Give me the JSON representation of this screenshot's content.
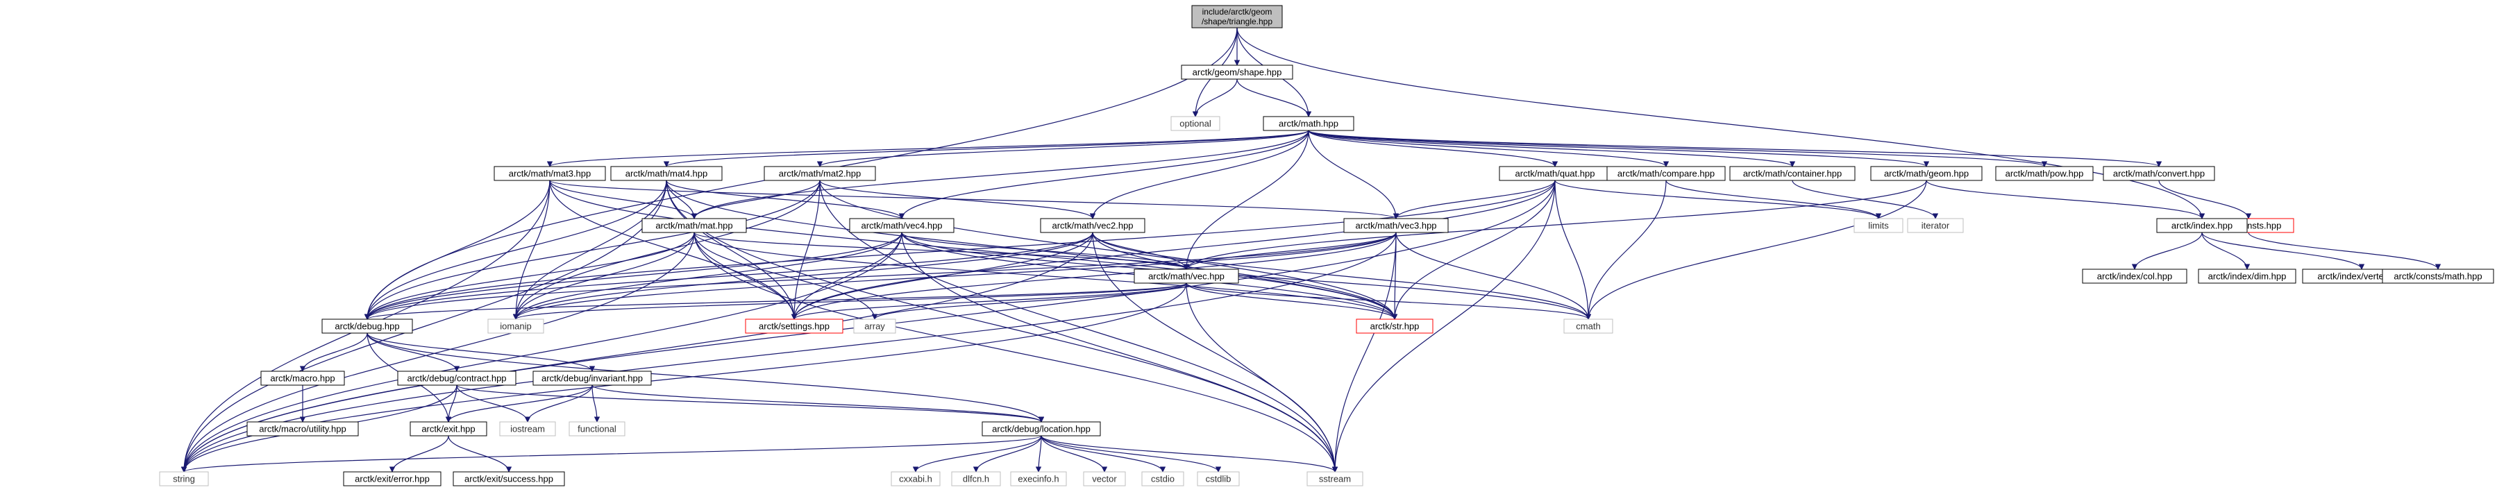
{
  "colors": {
    "edge": "#191970",
    "normal_border": "#000000",
    "normal_fill": "#ffffff",
    "root_fill": "#bfbfbf",
    "incomplete_border": "#ff0000",
    "external_border": "#bfbfbf",
    "external_text": "#333333"
  },
  "nodes": [
    {
      "id": "root",
      "label": "include/arctk/geom\n/shape/triangle.hpp",
      "kind": "root"
    },
    {
      "id": "shape",
      "label": "arctk/geom/shape.hpp",
      "kind": "normal"
    },
    {
      "id": "optional",
      "label": "optional",
      "kind": "external"
    },
    {
      "id": "math",
      "label": "arctk/math.hpp",
      "kind": "normal"
    },
    {
      "id": "mat3",
      "label": "arctk/math/mat3.hpp",
      "kind": "normal"
    },
    {
      "id": "mat4",
      "label": "arctk/math/mat4.hpp",
      "kind": "normal"
    },
    {
      "id": "mat2",
      "label": "arctk/math/mat2.hpp",
      "kind": "normal"
    },
    {
      "id": "quat",
      "label": "arctk/math/quat.hpp",
      "kind": "normal"
    },
    {
      "id": "compare",
      "label": "arctk/math/compare.hpp",
      "kind": "normal"
    },
    {
      "id": "container",
      "label": "arctk/math/container.hpp",
      "kind": "normal"
    },
    {
      "id": "geom",
      "label": "arctk/math/geom.hpp",
      "kind": "normal"
    },
    {
      "id": "pow",
      "label": "arctk/math/pow.hpp",
      "kind": "normal"
    },
    {
      "id": "convert",
      "label": "arctk/math/convert.hpp",
      "kind": "normal"
    },
    {
      "id": "mat",
      "label": "arctk/math/mat.hpp",
      "kind": "normal"
    },
    {
      "id": "vec4",
      "label": "arctk/math/vec4.hpp",
      "kind": "normal"
    },
    {
      "id": "vec2",
      "label": "arctk/math/vec2.hpp",
      "kind": "normal"
    },
    {
      "id": "vec3",
      "label": "arctk/math/vec3.hpp",
      "kind": "normal"
    },
    {
      "id": "limits",
      "label": "limits",
      "kind": "external"
    },
    {
      "id": "iterator",
      "label": "iterator",
      "kind": "external"
    },
    {
      "id": "consts",
      "label": "arctk/consts.hpp",
      "kind": "incomplete"
    },
    {
      "id": "index",
      "label": "arctk/index.hpp",
      "kind": "normal"
    },
    {
      "id": "vec",
      "label": "arctk/math/vec.hpp",
      "kind": "normal"
    },
    {
      "id": "col",
      "label": "arctk/index/col.hpp",
      "kind": "normal"
    },
    {
      "id": "dim",
      "label": "arctk/index/dim.hpp",
      "kind": "normal"
    },
    {
      "id": "vertex",
      "label": "arctk/index/vertex.hpp",
      "kind": "normal"
    },
    {
      "id": "constsmath",
      "label": "arctk/consts/math.hpp",
      "kind": "normal"
    },
    {
      "id": "debug",
      "label": "arctk/debug.hpp",
      "kind": "normal"
    },
    {
      "id": "iomanip",
      "label": "iomanip",
      "kind": "external"
    },
    {
      "id": "settings",
      "label": "arctk/settings.hpp",
      "kind": "incomplete"
    },
    {
      "id": "array",
      "label": "array",
      "kind": "external"
    },
    {
      "id": "str",
      "label": "arctk/str.hpp",
      "kind": "incomplete"
    },
    {
      "id": "cmath",
      "label": "cmath",
      "kind": "external"
    },
    {
      "id": "macro",
      "label": "arctk/macro.hpp",
      "kind": "normal"
    },
    {
      "id": "contract",
      "label": "arctk/debug/contract.hpp",
      "kind": "normal"
    },
    {
      "id": "invariant",
      "label": "arctk/debug/invariant.hpp",
      "kind": "normal"
    },
    {
      "id": "utility",
      "label": "arctk/macro/utility.hpp",
      "kind": "normal"
    },
    {
      "id": "exit",
      "label": "arctk/exit.hpp",
      "kind": "normal"
    },
    {
      "id": "iostream",
      "label": "iostream",
      "kind": "external"
    },
    {
      "id": "functional",
      "label": "functional",
      "kind": "external"
    },
    {
      "id": "location",
      "label": "arctk/debug/location.hpp",
      "kind": "normal"
    },
    {
      "id": "string",
      "label": "string",
      "kind": "external"
    },
    {
      "id": "error",
      "label": "arctk/exit/error.hpp",
      "kind": "normal"
    },
    {
      "id": "success",
      "label": "arctk/exit/success.hpp",
      "kind": "normal"
    },
    {
      "id": "cxxabi",
      "label": "cxxabi.h",
      "kind": "external"
    },
    {
      "id": "dlfcn",
      "label": "dlfcn.h",
      "kind": "external"
    },
    {
      "id": "execinfo",
      "label": "execinfo.h",
      "kind": "external"
    },
    {
      "id": "vector",
      "label": "vector",
      "kind": "external"
    },
    {
      "id": "cstdio",
      "label": "cstdio",
      "kind": "external"
    },
    {
      "id": "cstdlib",
      "label": "cstdlib",
      "kind": "external"
    },
    {
      "id": "sstream",
      "label": "sstream",
      "kind": "external"
    }
  ],
  "edges": [
    [
      "root",
      "shape"
    ],
    [
      "root",
      "optional"
    ],
    [
      "root",
      "math"
    ],
    [
      "root",
      "debug"
    ],
    [
      "root",
      "index"
    ],
    [
      "shape",
      "optional"
    ],
    [
      "shape",
      "math"
    ],
    [
      "math",
      "mat3"
    ],
    [
      "math",
      "mat4"
    ],
    [
      "math",
      "mat2"
    ],
    [
      "math",
      "quat"
    ],
    [
      "math",
      "compare"
    ],
    [
      "math",
      "container"
    ],
    [
      "math",
      "geom"
    ],
    [
      "math",
      "pow"
    ],
    [
      "math",
      "convert"
    ],
    [
      "math",
      "mat"
    ],
    [
      "math",
      "vec4"
    ],
    [
      "math",
      "vec2"
    ],
    [
      "math",
      "vec3"
    ],
    [
      "math",
      "vec"
    ],
    [
      "mat3",
      "mat"
    ],
    [
      "mat3",
      "vec3"
    ],
    [
      "mat3",
      "debug"
    ],
    [
      "mat3",
      "settings"
    ],
    [
      "mat3",
      "str"
    ],
    [
      "mat3",
      "iomanip"
    ],
    [
      "mat3",
      "string"
    ],
    [
      "mat4",
      "mat"
    ],
    [
      "mat4",
      "vec4"
    ],
    [
      "mat4",
      "debug"
    ],
    [
      "mat4",
      "settings"
    ],
    [
      "mat4",
      "str"
    ],
    [
      "mat4",
      "iomanip"
    ],
    [
      "mat4",
      "string"
    ],
    [
      "mat4",
      "sstream"
    ],
    [
      "mat2",
      "mat"
    ],
    [
      "mat2",
      "vec2"
    ],
    [
      "mat2",
      "debug"
    ],
    [
      "mat2",
      "settings"
    ],
    [
      "mat2",
      "str"
    ],
    [
      "mat2",
      "iomanip"
    ],
    [
      "mat2",
      "sstream"
    ],
    [
      "quat",
      "vec3"
    ],
    [
      "quat",
      "debug"
    ],
    [
      "quat",
      "settings"
    ],
    [
      "quat",
      "str"
    ],
    [
      "quat",
      "cmath"
    ],
    [
      "quat",
      "limits"
    ],
    [
      "quat",
      "string"
    ],
    [
      "quat",
      "sstream"
    ],
    [
      "compare",
      "limits"
    ],
    [
      "compare",
      "cmath"
    ],
    [
      "container",
      "iterator"
    ],
    [
      "geom",
      "index"
    ],
    [
      "geom",
      "vec"
    ],
    [
      "geom",
      "cmath"
    ],
    [
      "convert",
      "consts"
    ],
    [
      "consts",
      "constsmath"
    ],
    [
      "index",
      "col"
    ],
    [
      "index",
      "dim"
    ],
    [
      "index",
      "vertex"
    ],
    [
      "mat",
      "vec"
    ],
    [
      "mat",
      "debug"
    ],
    [
      "mat",
      "settings"
    ],
    [
      "mat",
      "str"
    ],
    [
      "mat",
      "iomanip"
    ],
    [
      "mat",
      "array"
    ],
    [
      "mat",
      "string"
    ],
    [
      "mat",
      "sstream"
    ],
    [
      "vec4",
      "vec"
    ],
    [
      "vec4",
      "debug"
    ],
    [
      "vec4",
      "settings"
    ],
    [
      "vec4",
      "str"
    ],
    [
      "vec4",
      "iomanip"
    ],
    [
      "vec4",
      "cmath"
    ],
    [
      "vec4",
      "string"
    ],
    [
      "vec4",
      "sstream"
    ],
    [
      "vec2",
      "vec"
    ],
    [
      "vec2",
      "debug"
    ],
    [
      "vec2",
      "settings"
    ],
    [
      "vec2",
      "str"
    ],
    [
      "vec2",
      "iomanip"
    ],
    [
      "vec2",
      "cmath"
    ],
    [
      "vec2",
      "string"
    ],
    [
      "vec2",
      "sstream"
    ],
    [
      "vec3",
      "vec"
    ],
    [
      "vec3",
      "debug"
    ],
    [
      "vec3",
      "settings"
    ],
    [
      "vec3",
      "str"
    ],
    [
      "vec3",
      "iomanip"
    ],
    [
      "vec3",
      "cmath"
    ],
    [
      "vec3",
      "string"
    ],
    [
      "vec3",
      "sstream"
    ],
    [
      "vec",
      "debug"
    ],
    [
      "vec",
      "settings"
    ],
    [
      "vec",
      "str"
    ],
    [
      "vec",
      "iomanip"
    ],
    [
      "vec",
      "array"
    ],
    [
      "vec",
      "cmath"
    ],
    [
      "vec",
      "string"
    ],
    [
      "vec",
      "sstream"
    ],
    [
      "debug",
      "macro"
    ],
    [
      "debug",
      "contract"
    ],
    [
      "debug",
      "invariant"
    ],
    [
      "debug",
      "exit"
    ],
    [
      "debug",
      "location"
    ],
    [
      "macro",
      "utility"
    ],
    [
      "contract",
      "exit"
    ],
    [
      "contract",
      "iostream"
    ],
    [
      "contract",
      "location"
    ],
    [
      "contract",
      "string"
    ],
    [
      "invariant",
      "exit"
    ],
    [
      "invariant",
      "iostream"
    ],
    [
      "invariant",
      "functional"
    ],
    [
      "invariant",
      "location"
    ],
    [
      "exit",
      "error"
    ],
    [
      "exit",
      "success"
    ],
    [
      "location",
      "cxxabi"
    ],
    [
      "location",
      "dlfcn"
    ],
    [
      "location",
      "execinfo"
    ],
    [
      "location",
      "vector"
    ],
    [
      "location",
      "cstdio"
    ],
    [
      "location",
      "cstdlib"
    ],
    [
      "location",
      "string"
    ],
    [
      "location",
      "sstream"
    ]
  ]
}
